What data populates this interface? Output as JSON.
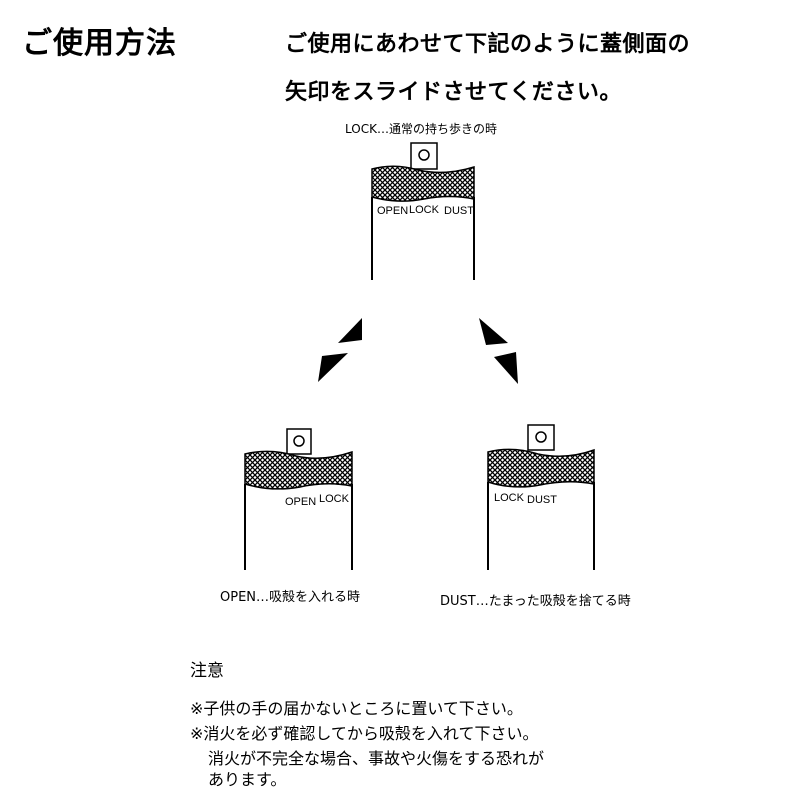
{
  "title": "ご使用方法",
  "instructions": {
    "line1": "ご使用にあわせて下記のように蓋側面の",
    "line2": "矢印をスライドさせてください。"
  },
  "states": {
    "lock": {
      "caption": "LOCK…通常の持ち歩きの時",
      "labels": [
        "OPEN",
        "LOCK",
        "DUST"
      ]
    },
    "open": {
      "caption": "OPEN…吸殻を入れる時",
      "labels": [
        "OPEN",
        "LOCK"
      ]
    },
    "dust": {
      "caption": "DUST…たまった吸殻を捨てる時",
      "labels": [
        "LOCK",
        "DUST"
      ]
    }
  },
  "notes": {
    "title": "注意",
    "items": [
      "※子供の手の届かないところに置いて下さい。",
      "※消火を必ず確認してから吸殻を入れて下さい。",
      "消火が不完全な場合、事故や火傷をする恐れが",
      "あります。"
    ]
  },
  "colors": {
    "ink": "#000000",
    "background": "#ffffff"
  },
  "icons": [
    "triangle-arrow-icon",
    "pouch-icon",
    "tab-hole-icon"
  ]
}
